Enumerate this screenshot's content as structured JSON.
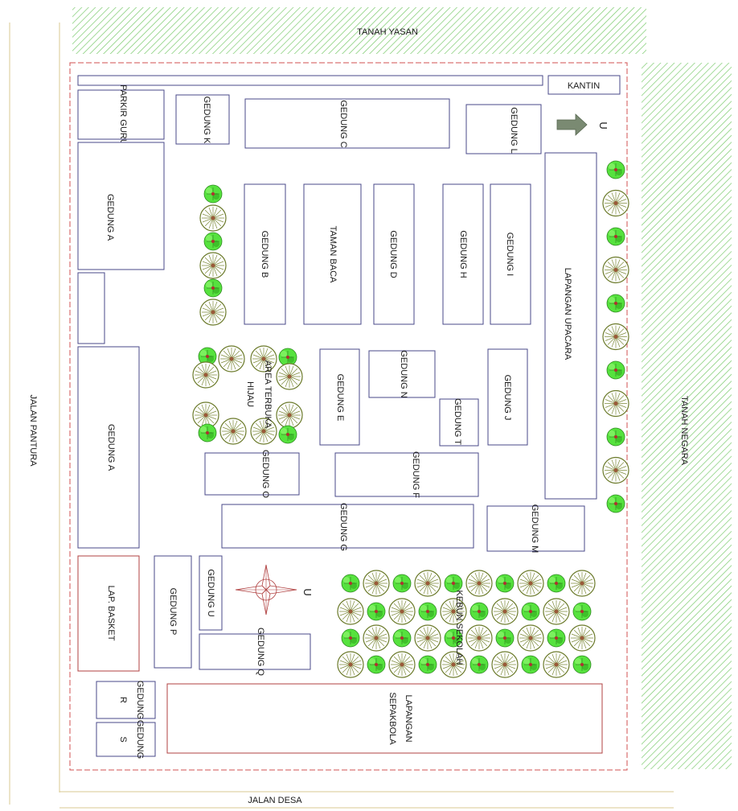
{
  "labels": {
    "tanah_yasan": "TANAH YASAN",
    "tanah_negara": "TANAH NEGARA",
    "jalan_pantura": "JALAN PANTURA",
    "jalan_desa": "JALAN DESA",
    "kantin": "KANTIN",
    "parkir_guru": "PARKIR GURU",
    "gedung_k": "GEDUNG K",
    "gedung_c": "GEDUNG C",
    "gedung_l": "GEDUNG L",
    "north_u": "U",
    "gedung_a_top": "GEDUNG A",
    "gedung_b": "GEDUNG B",
    "taman_baca": "TAMAN BACA",
    "gedung_d": "GEDUNG D",
    "gedung_h": "GEDUNG H",
    "gedung_i": "GEDUNG I",
    "lapangan_upacara": "LAPANGAN UPACARA",
    "area_terbuka": "AREA TERBUKA",
    "hijau": "HIJAU",
    "gedung_e": "GEDUNG E",
    "gedung_n": "GEDUNG N",
    "gedung_t": "GEDUNG T",
    "gedung_j": "GEDUNG J",
    "gedung_a_bottom": "GEDUNG A",
    "gedung_o": "GEDUNG O",
    "gedung_f": "GEDUNG F",
    "gedung_g": "GEDUNG G",
    "gedung_m": "GEDUNG M",
    "lap_basket": "LAP. BASKET",
    "gedung_p": "GEDUNG P",
    "gedung_u": "GEDUNG U",
    "compass_u": "U",
    "gedung_q": "GEDUNG Q",
    "kebun_sekolah": "KEBUN SEKOLAH",
    "gedung_r_1": "GEDUNG",
    "gedung_r_2": "R",
    "gedung_s_1": "GEDUNG",
    "gedung_s_2": "S",
    "lapangan_sepakbola_1": "LAPANGAN",
    "lapangan_sepakbola_2": "SEPAKBOLA"
  },
  "colors": {
    "hatch_green": "#7ccb6e",
    "building_stroke": "#4a4a8a",
    "fence_red": "#d05050",
    "field_red": "#b04040",
    "road_tan": "#d8c890",
    "tree_dark": "#6b7a2a",
    "tree_light": "#56e23e",
    "arrow_grey": "#7a8a72"
  },
  "legend": {
    "north_arrow_icon": "arrow-right-icon",
    "compass_icon": "compass-rose-icon"
  }
}
